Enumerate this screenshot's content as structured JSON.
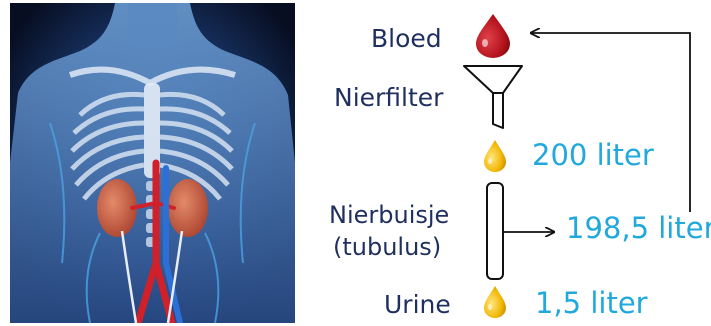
{
  "labels": {
    "blood": "Bloed",
    "kidney_filter": "Nierfilter",
    "tubule_line1": "Nierbuisje",
    "tubule_line2": "(tubulus)",
    "urine": "Urine"
  },
  "values": {
    "filtrate": "200 liter",
    "reabsorbed": "198,5 liter",
    "urine": "1,5 liter"
  },
  "colors": {
    "label_text": "#1f2f5f",
    "value_text": "#21a9dd",
    "blood_drop": "#b3121c",
    "yellow_drop": "#f2b705",
    "illustration_bg": "#0a1430",
    "kidney": "#c2553b"
  }
}
